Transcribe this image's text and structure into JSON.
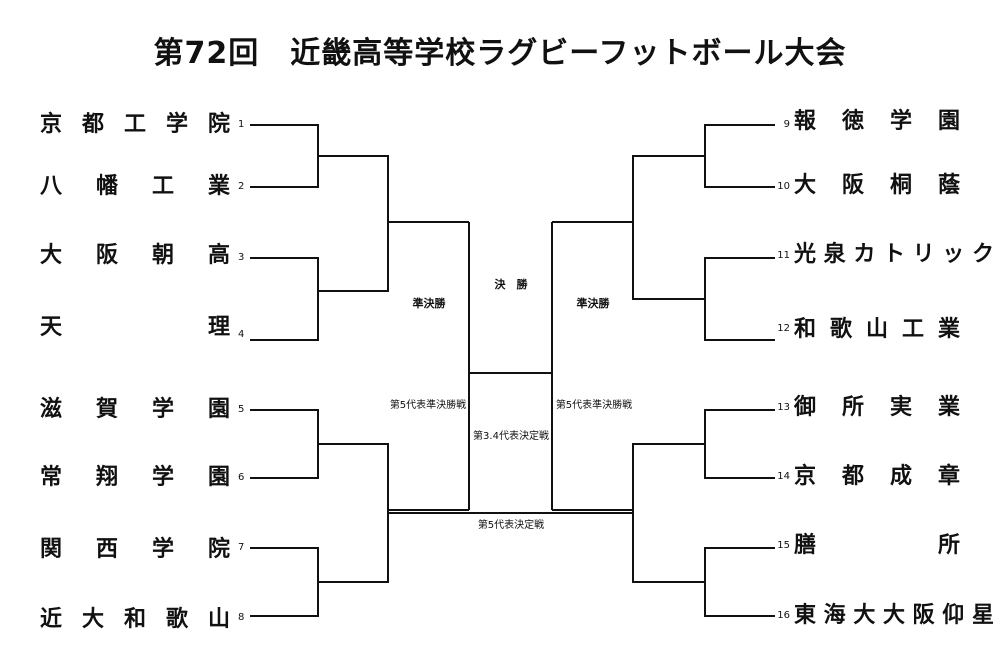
{
  "title": "第72回　近畿高等学校ラグビーフットボール大会",
  "left_teams": [
    {
      "seed": "1",
      "name": "京都工学院"
    },
    {
      "seed": "2",
      "name": "八幡工業"
    },
    {
      "seed": "3",
      "name": "大阪朝高"
    },
    {
      "seed": "4",
      "name": "天理"
    },
    {
      "seed": "5",
      "name": "滋賀学園"
    },
    {
      "seed": "6",
      "name": "常翔学園"
    },
    {
      "seed": "7",
      "name": "関西学院"
    },
    {
      "seed": "8",
      "name": "近大和歌山"
    }
  ],
  "right_teams": [
    {
      "seed": "9",
      "name": "報徳学園"
    },
    {
      "seed": "10",
      "name": "大阪桐蔭"
    },
    {
      "seed": "11",
      "name": "光泉カトリック"
    },
    {
      "seed": "12",
      "name": "和歌山工業"
    },
    {
      "seed": "13",
      "name": "御所実業"
    },
    {
      "seed": "14",
      "name": "京都成章"
    },
    {
      "seed": "15",
      "name": "膳所"
    },
    {
      "seed": "16",
      "name": "東海大大阪仰星"
    }
  ],
  "labels": {
    "final": "決　勝",
    "semifinal_left": "準決勝",
    "semifinal_right": "準決勝",
    "fifth_rep_semi_left": "第5代表準決勝戦",
    "fifth_rep_semi_right": "第5代表準決勝戦",
    "third_fourth_rep": "第3.4代表決定戦",
    "fifth_rep_final": "第5代表決定戦"
  }
}
